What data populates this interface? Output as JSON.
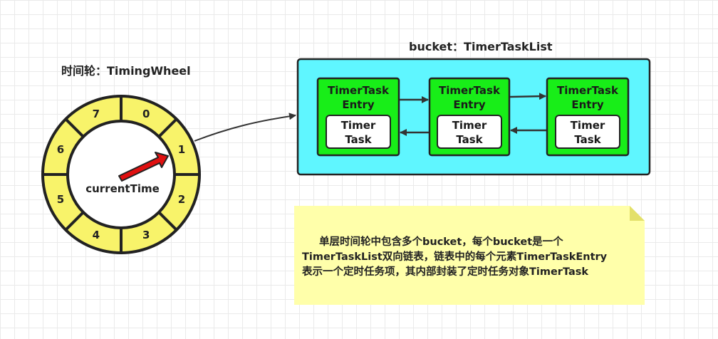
{
  "wheel": {
    "title": "时间轮：TimingWheel",
    "center_label": "currentTime",
    "slots": [
      "0",
      "1",
      "2",
      "3",
      "4",
      "5",
      "6",
      "7"
    ],
    "ring_color": "#f8f36a",
    "pointer_color": "#e01010"
  },
  "bucket": {
    "title": "bucket：TimerTaskList",
    "bg_color": "#5ff6ff",
    "entries": [
      {
        "entry_line1": "TimerTask",
        "entry_line2": "Entry",
        "task_line1": "Timer",
        "task_line2": "Task"
      },
      {
        "entry_line1": "TimerTask",
        "entry_line2": "Entry",
        "task_line1": "Timer",
        "task_line2": "Task"
      },
      {
        "entry_line1": "TimerTask",
        "entry_line2": "Entry",
        "task_line1": "Timer",
        "task_line2": "Task"
      }
    ],
    "entry_color": "#18ee18"
  },
  "note": {
    "bg_color": "#ffffaa",
    "lines": [
      "单层时间轮中包含多个bucket，每个bucket是一个",
      "TimerTaskList双向链表，链表中的每个元素TimerTaskEntry",
      "表示一个定时任务项，其内部封装了定时任务对象TimerTask"
    ]
  }
}
